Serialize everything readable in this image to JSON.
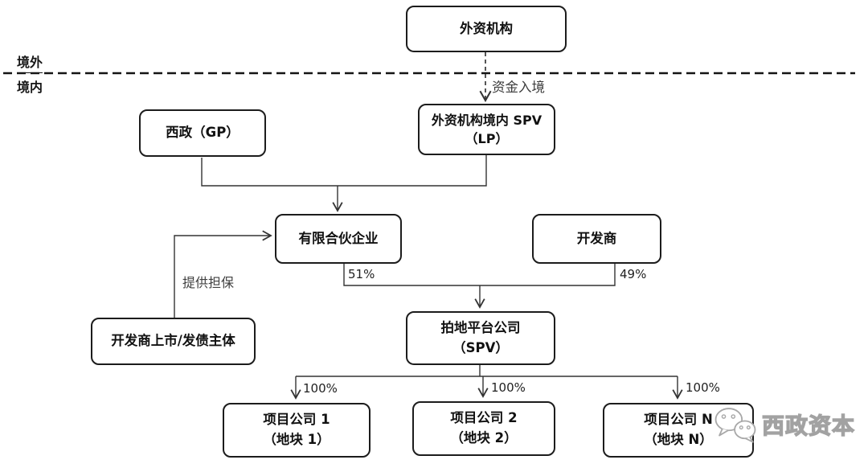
{
  "diagram": {
    "regions": {
      "offshore": "境外",
      "onshore": "境内"
    },
    "nodes": {
      "foreign_institution": {
        "label": "外资机构"
      },
      "xizheng_gp": {
        "label": "西政（GP）"
      },
      "onshore_spv": {
        "line1": "外资机构境内 SPV",
        "line2": "（LP）"
      },
      "limited_partnership": {
        "label": "有限合伙企业"
      },
      "developer": {
        "label": "开发商"
      },
      "land_platform": {
        "line1": "拍地平台公司",
        "line2": "（SPV）"
      },
      "developer_issuer": {
        "label": "开发商上市/发债主体"
      },
      "project_1": {
        "line1": "项目公司 1",
        "line2": "（地块 1）"
      },
      "project_2": {
        "line1": "项目公司 2",
        "line2": "（地块 2）"
      },
      "project_n": {
        "line1": "项目公司 N",
        "line2": "（地块 N）"
      }
    },
    "edge_labels": {
      "funds_inbound": "资金入境",
      "guarantee": "提供担保",
      "partnership_share": "51%",
      "developer_share": "49%",
      "project_shares": [
        "100%",
        "100%",
        "100%"
      ]
    },
    "watermark": {
      "icon": "wechat-icon",
      "text": "西政资本"
    },
    "colors": {
      "box_border": "#1c1c1c",
      "connector": "#333333",
      "watermark_gray": "#a2a2a2"
    }
  }
}
